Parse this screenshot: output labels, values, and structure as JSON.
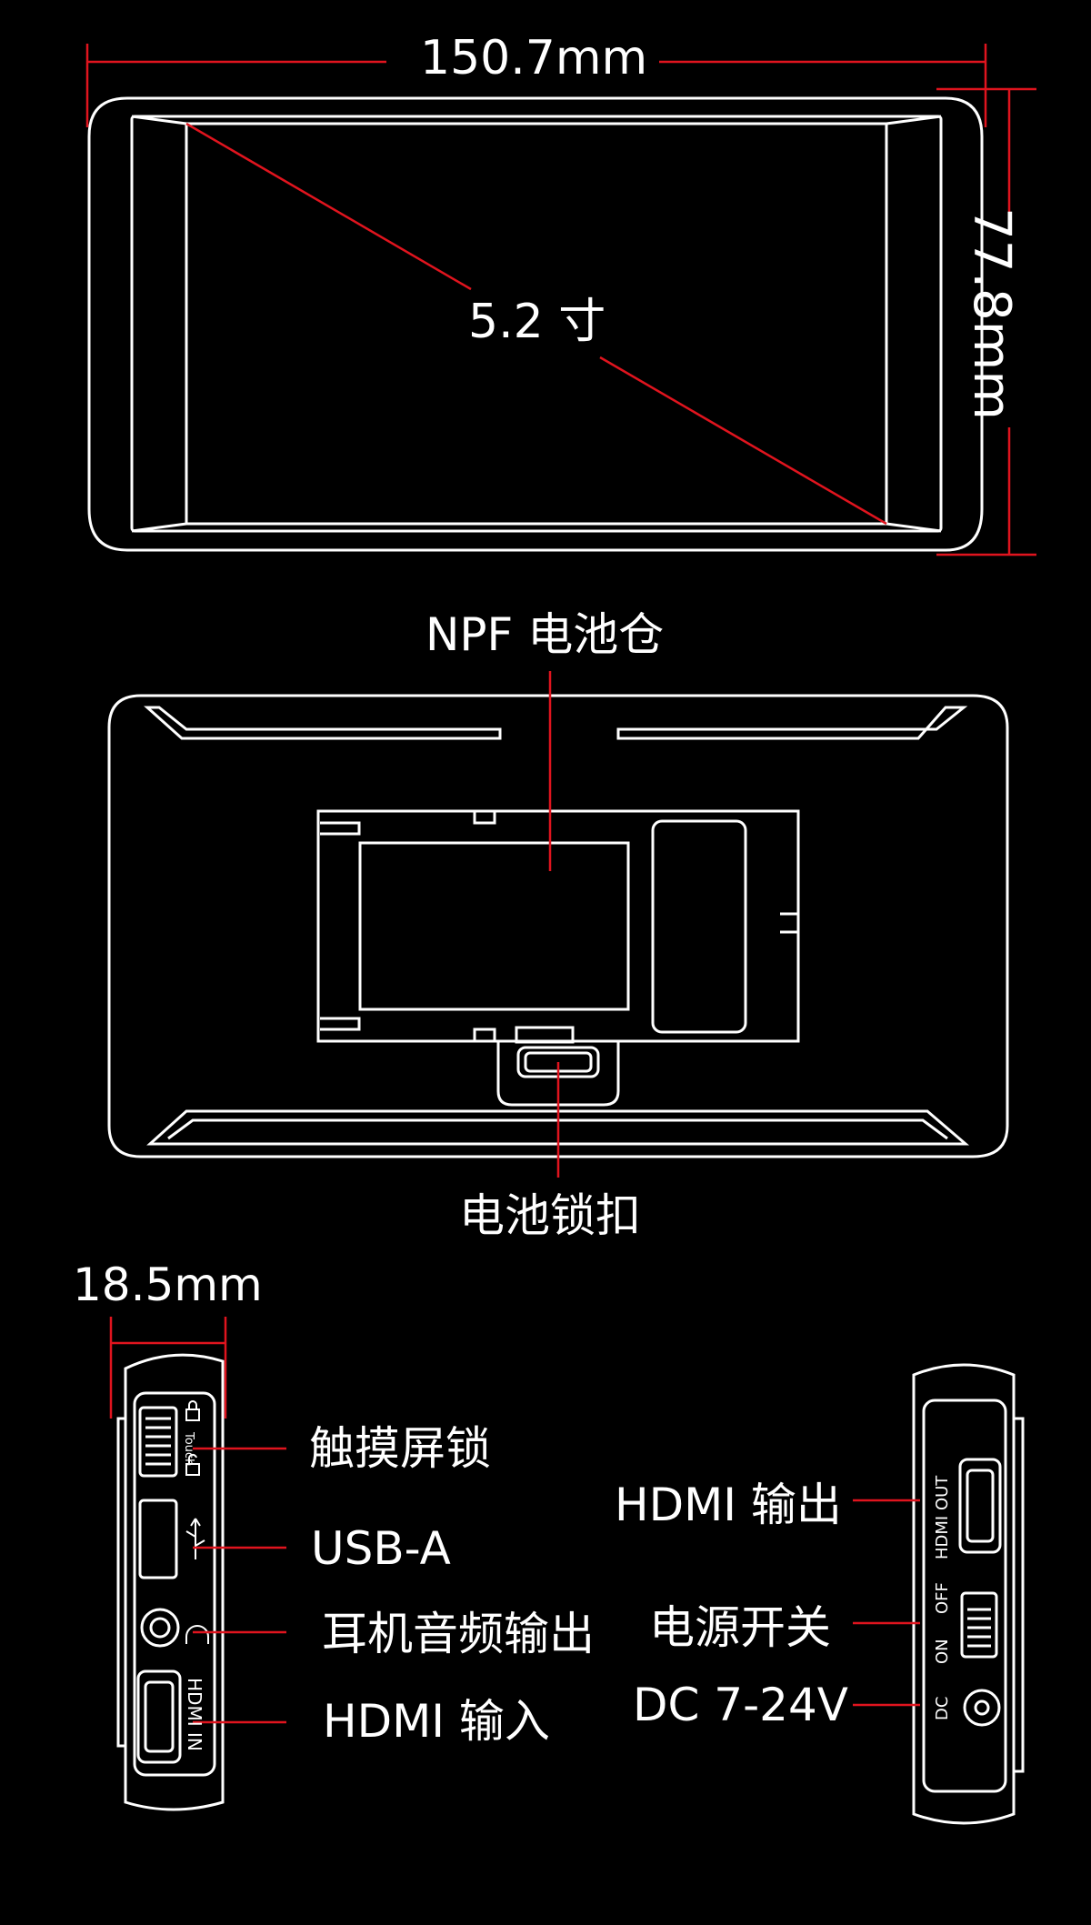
{
  "dimensions": {
    "width_label": "150.7mm",
    "height_label": "77.8mm",
    "diagonal_label": "5.2 寸",
    "depth_label": "18.5mm"
  },
  "back_view": {
    "battery_label": "NPF 电池仓",
    "lock_label": "电池锁扣"
  },
  "left_side": {
    "labels": [
      "触摸屏锁",
      "USB-A",
      "耳机音频输出",
      "HDMI 输入"
    ],
    "panel_text": {
      "touch": "Touch",
      "hdmi_in": "HDMI IN"
    }
  },
  "right_side": {
    "labels": [
      "HDMI 输出",
      "电源开关",
      "DC 7-24V"
    ],
    "panel_text": {
      "hdmi_out": "HDMI OUT",
      "on": "ON",
      "off": "OFF",
      "dc": "DC"
    }
  },
  "colors": {
    "background": "#000000",
    "outline": "#ffffff",
    "accent": "#e0141e"
  }
}
